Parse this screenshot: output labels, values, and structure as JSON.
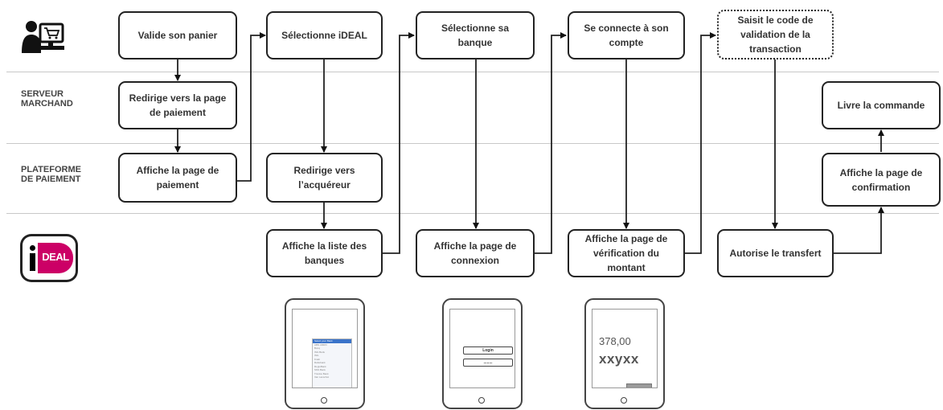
{
  "lanes": {
    "serveur_marchand": "SERVEUR\nMARCHAND",
    "plateforme_paiement": "PLATEFORME\nDE PAIEMENT"
  },
  "icons": {
    "customer": "customer-shopping-cart-icon",
    "ideal_logo": "ideal-logo",
    "ideal_logo_text": "iDEAL"
  },
  "steps": {
    "client": [
      "Valide son panier",
      "Sélectionne iDEAL",
      "Sélectionne sa banque",
      "Se connecte à son compte",
      "Saisit le code de validation de la transaction"
    ],
    "serveur": [
      "Redirige vers la page de paiement",
      "Livre la commande"
    ],
    "plateforme": [
      "Affiche la page de paiement",
      "Redirige vers l’acquéreur",
      "Affiche la page de confirmation"
    ],
    "ideal": [
      "Affiche la liste des banques",
      "Affiche la page de connexion",
      "Affiche la page de vérification du montant",
      "Autorise le transfert"
    ]
  },
  "devices": {
    "bank_list": [
      "Select your Bank",
      "ABN AMRO",
      "Bunq",
      "ING Bank",
      "ING",
      "Knab",
      "Rabobank",
      "RegioBank",
      "SNS Bank",
      "Triodos Bank",
      "Van Lanschot"
    ],
    "login_label": "Login",
    "password_mask": "........",
    "amount": "378,00",
    "code": "xxyxx"
  },
  "colors": {
    "ideal_pink": "#cc0066",
    "box_border": "#222222",
    "lane_line": "#c8c8c8"
  }
}
